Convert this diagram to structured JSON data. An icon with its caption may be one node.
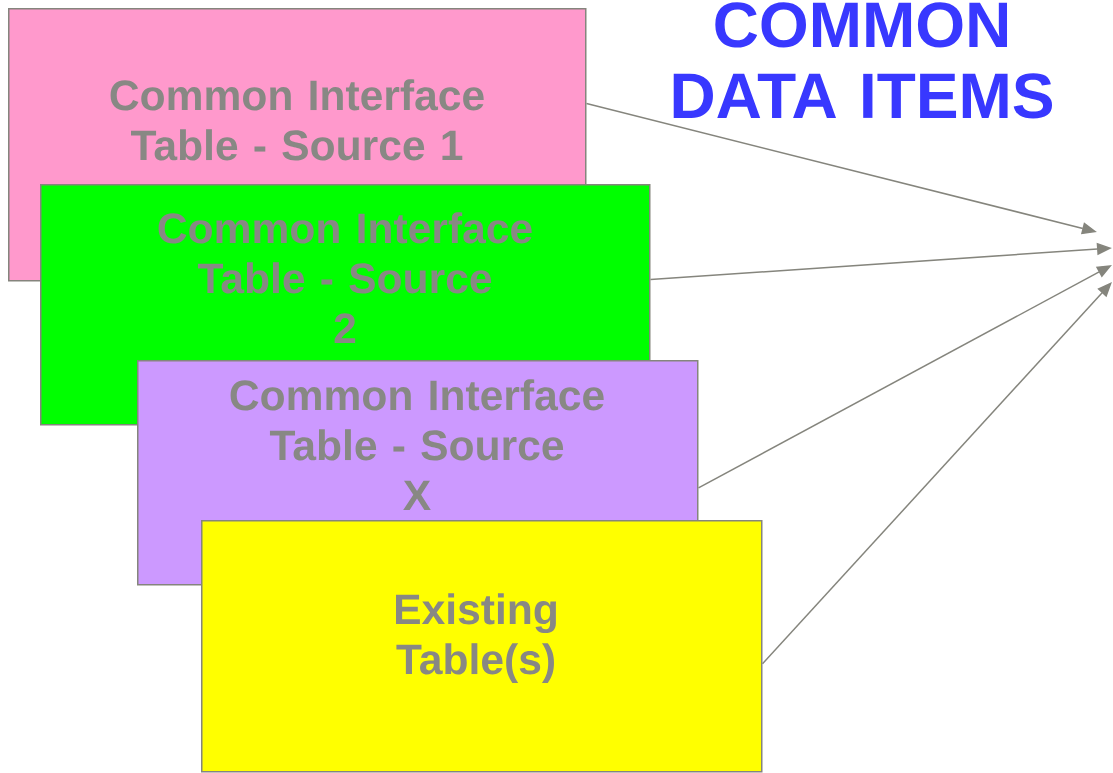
{
  "diagram": {
    "title": "COMMON DATA ITEMS",
    "nodes": [
      {
        "text": [
          "Common Interface Table - Source 1"
        ]
      },
      {
        "text": [
          "Common Interface Table - Source 2"
        ]
      },
      {
        "text": [
          "Common Interface Table - Source X"
        ]
      },
      {
        "text": [
          "Existing Table(s)"
        ]
      }
    ],
    "edges": [
      {
        "from": 0,
        "to": null,
        "arrow": "to"
      },
      {
        "from": 1,
        "to": null,
        "arrow": "to"
      },
      {
        "from": 2,
        "to": null,
        "arrow": "to"
      },
      {
        "from": 3,
        "to": null,
        "arrow": "to"
      }
    ]
  }
}
